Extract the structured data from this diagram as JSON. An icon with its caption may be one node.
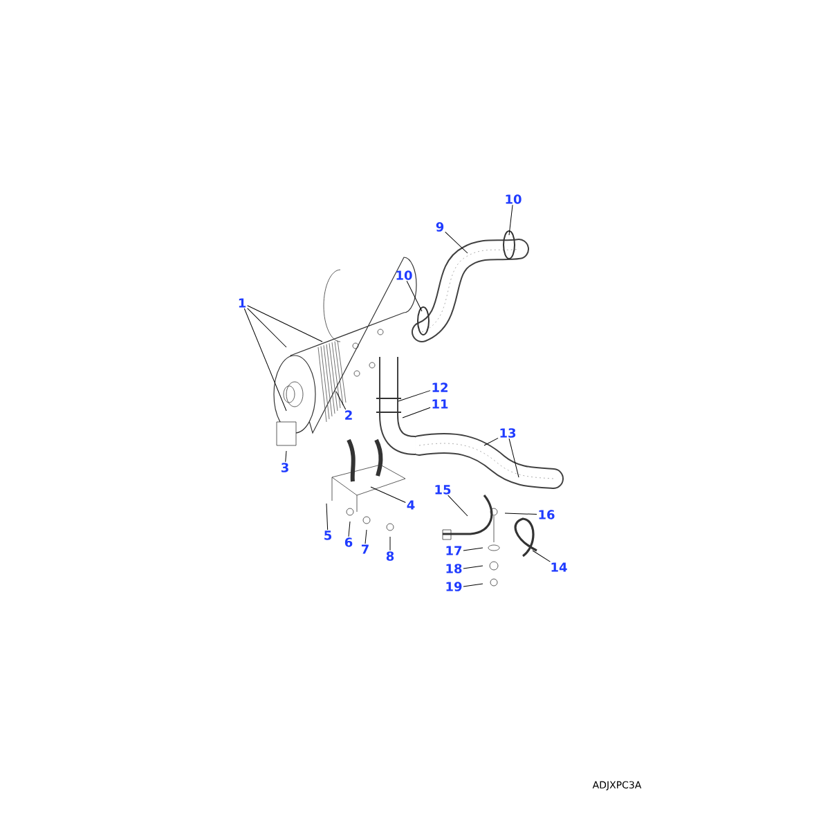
{
  "diagram": {
    "nodes": [
      {
        "text": [
          "1"
        ]
      },
      {
        "text": [
          "2"
        ]
      },
      {
        "text": [
          "3"
        ]
      },
      {
        "text": [
          "9"
        ]
      },
      {
        "text": [
          "10"
        ]
      },
      {
        "text": [
          "10"
        ]
      },
      {
        "text": [
          "12"
        ]
      },
      {
        "text": [
          "11"
        ]
      },
      {
        "text": [
          "13"
        ]
      },
      {
        "text": [
          "4"
        ]
      },
      {
        "text": [
          "5"
        ]
      },
      {
        "text": [
          "6"
        ]
      },
      {
        "text": [
          "7"
        ]
      },
      {
        "text": [
          "8"
        ]
      },
      {
        "text": [
          "15"
        ]
      },
      {
        "text": [
          "16"
        ]
      },
      {
        "text": [
          "17"
        ]
      },
      {
        "text": [
          "18"
        ]
      },
      {
        "text": [
          "19"
        ]
      },
      {
        "text": [
          "14"
        ]
      }
    ],
    "edges": [
      {
        "from": 0,
        "to": null,
        "arrow": "none"
      },
      {
        "from": 0,
        "to": null,
        "arrow": "none"
      },
      {
        "from": 0,
        "to": null,
        "arrow": "none"
      },
      {
        "from": 1,
        "to": null,
        "arrow": "none"
      },
      {
        "from": 2,
        "to": null,
        "arrow": "none"
      },
      {
        "from": 3,
        "to": null,
        "arrow": "none"
      },
      {
        "from": 4,
        "to": null,
        "arrow": "none"
      },
      {
        "from": 5,
        "to": null,
        "arrow": "none"
      },
      {
        "from": 6,
        "to": null,
        "arrow": "none"
      },
      {
        "from": 7,
        "to": null,
        "arrow": "none"
      },
      {
        "from": 8,
        "to": null,
        "arrow": "none"
      },
      {
        "from": 8,
        "to": null,
        "arrow": "none"
      },
      {
        "from": 9,
        "to": null,
        "arrow": "none"
      },
      {
        "from": 10,
        "to": null,
        "arrow": "none"
      },
      {
        "from": 11,
        "to": null,
        "arrow": "none"
      },
      {
        "from": 12,
        "to": null,
        "arrow": "none"
      },
      {
        "from": 13,
        "to": null,
        "arrow": "none"
      },
      {
        "from": 14,
        "to": null,
        "arrow": "none"
      },
      {
        "from": 15,
        "to": null,
        "arrow": "none"
      },
      {
        "from": 16,
        "to": null,
        "arrow": "none"
      },
      {
        "from": 17,
        "to": null,
        "arrow": "none"
      },
      {
        "from": 18,
        "to": null,
        "arrow": "none"
      },
      {
        "from": 19,
        "to": null,
        "arrow": "none"
      }
    ],
    "labels": [
      "ADJXPC3A"
    ]
  }
}
